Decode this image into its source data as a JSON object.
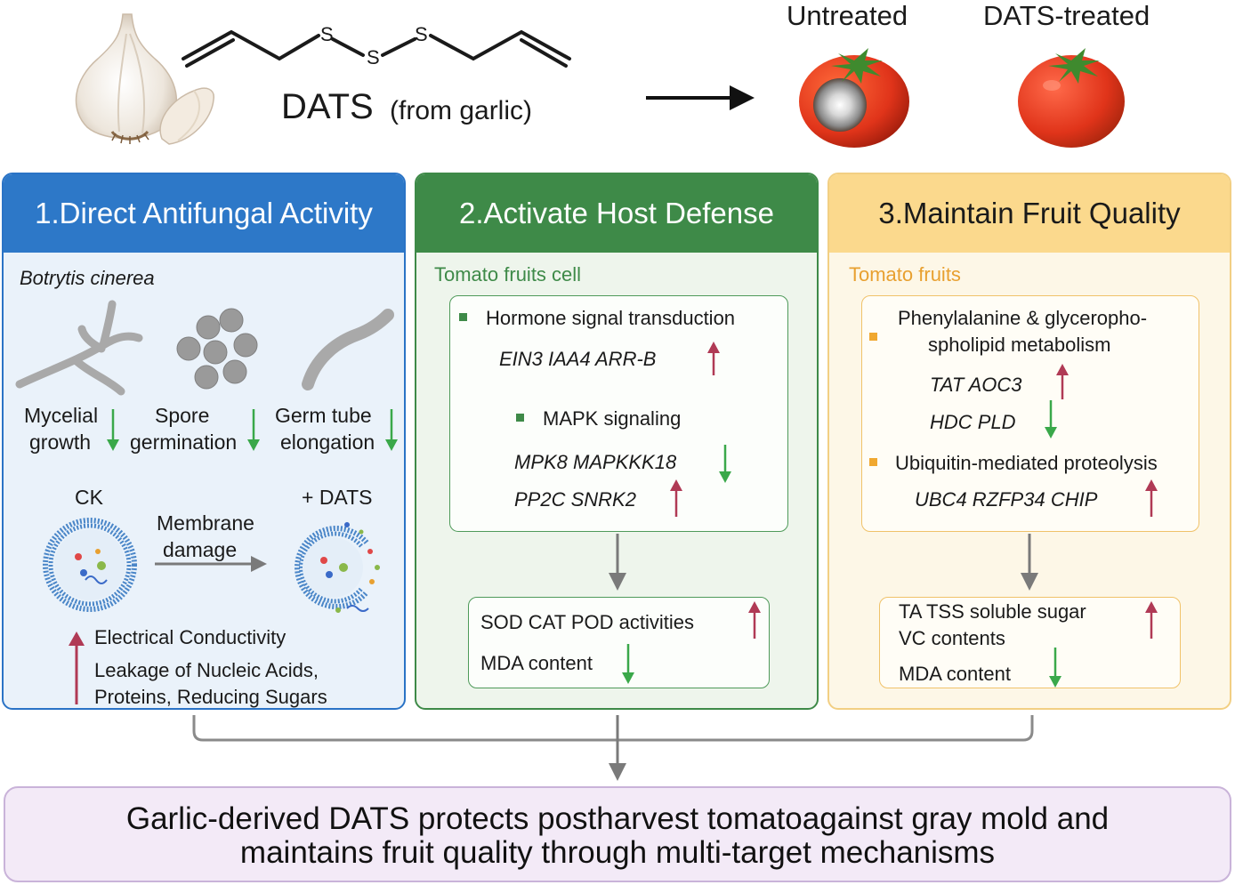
{
  "top": {
    "compound": "DATS",
    "source": "(from garlic)",
    "untreated": "Untreated",
    "treated": "DATS-treated"
  },
  "panel1": {
    "title": "1.Direct Antifungal Activity",
    "organism": "Botrytis cinerea",
    "effects": [
      {
        "line1": "Mycelial",
        "line2": "growth"
      },
      {
        "line1": "Spore",
        "line2": "germination"
      },
      {
        "line1": "Germ tube",
        "line2": "elongation"
      }
    ],
    "ck": "CK",
    "dats": "+ DATS",
    "membrane1": "Membrane",
    "membrane2": "damage",
    "conductivity": "Electrical Conductivity",
    "leakage1": "Leakage of Nucleic Acids,",
    "leakage2": "Proteins, Reducing Sugars"
  },
  "panel2": {
    "title": "2.Activate Host Defense",
    "subtitle": "Tomato fruits cell",
    "hormone": "Hormone signal transduction",
    "hormone_genes": "EIN3  IAA4  ARR-B",
    "mapk": "MAPK signaling",
    "mapk_down": "MPK8  MAPKKK18",
    "mapk_up": "PP2C  SNRK2",
    "enzymes": "SOD  CAT  POD activities",
    "mda": "MDA content"
  },
  "panel3": {
    "title": "3.Maintain Fruit Quality",
    "subtitle": "Tomato fruits",
    "pathway1_a": "Phenylalanine & glycerophо-",
    "pathway1_b": "spholipid metabolism",
    "up_genes": "TAT  AOC3",
    "down_genes": "HDC  PLD",
    "pathway2": "Ubiquitin-mediated proteolysis",
    "ub_genes": "UBC4  RZFP34  CHIP",
    "quality1": "TA  TSS  soluble sugar",
    "quality2": "VC contents",
    "mda": "MDA content"
  },
  "conclusion": {
    "line1": "Garlic-derived DATS protects postharvest tomatoagainst gray mold and",
    "line2": "maintains fruit quality through multi-target mechanisms"
  },
  "colors": {
    "up_arrow": "#b03a55",
    "down_arrow": "#3aa84a",
    "flow_arrow": "#7a7a7a"
  }
}
